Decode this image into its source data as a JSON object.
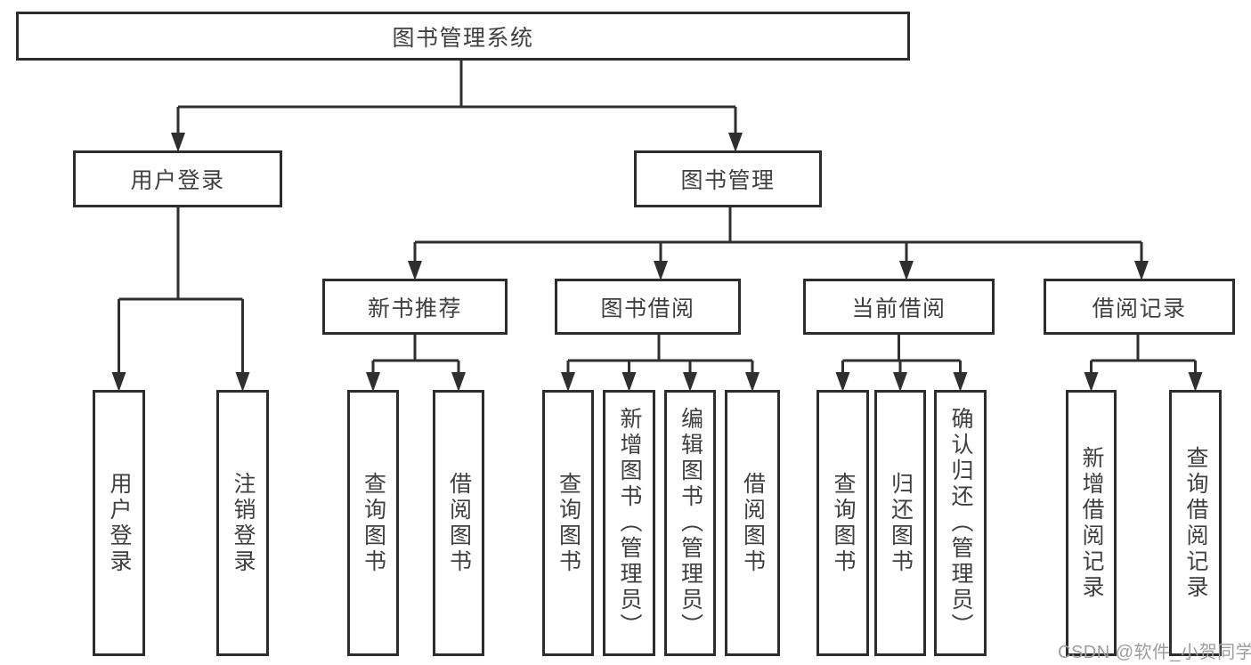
{
  "tree": {
    "root": {
      "label": "图书管理系统"
    },
    "user_login": {
      "label": "用户登录",
      "children": [
        {
          "label": "用户登录"
        },
        {
          "label": "注销登录"
        }
      ]
    },
    "book_management": {
      "label": "图书管理",
      "sections": [
        {
          "label": "新书推荐",
          "children": [
            {
              "label": "查询图书"
            },
            {
              "label": "借阅图书"
            }
          ]
        },
        {
          "label": "图书借阅",
          "children": [
            {
              "label": "查询图书"
            },
            {
              "label": "新增图书（管理员）"
            },
            {
              "label": "编辑图书（管理员）"
            },
            {
              "label": "借阅图书"
            }
          ]
        },
        {
          "label": "当前借阅",
          "children": [
            {
              "label": "查询图书"
            },
            {
              "label": "归还图书"
            },
            {
              "label": "确认归还（管理员）"
            }
          ]
        },
        {
          "label": "借阅记录",
          "children": [
            {
              "label": "新增借阅记录"
            },
            {
              "label": "查询借阅记录"
            }
          ]
        }
      ]
    }
  },
  "watermark": {
    "text": "CSDN @软件_小贺同学"
  },
  "colors": {
    "line": "#2f2f2f",
    "border": "#2d2d2d",
    "text": "#3f3f3f",
    "background": "#ffffff",
    "watermark": "#9d9d9d"
  }
}
